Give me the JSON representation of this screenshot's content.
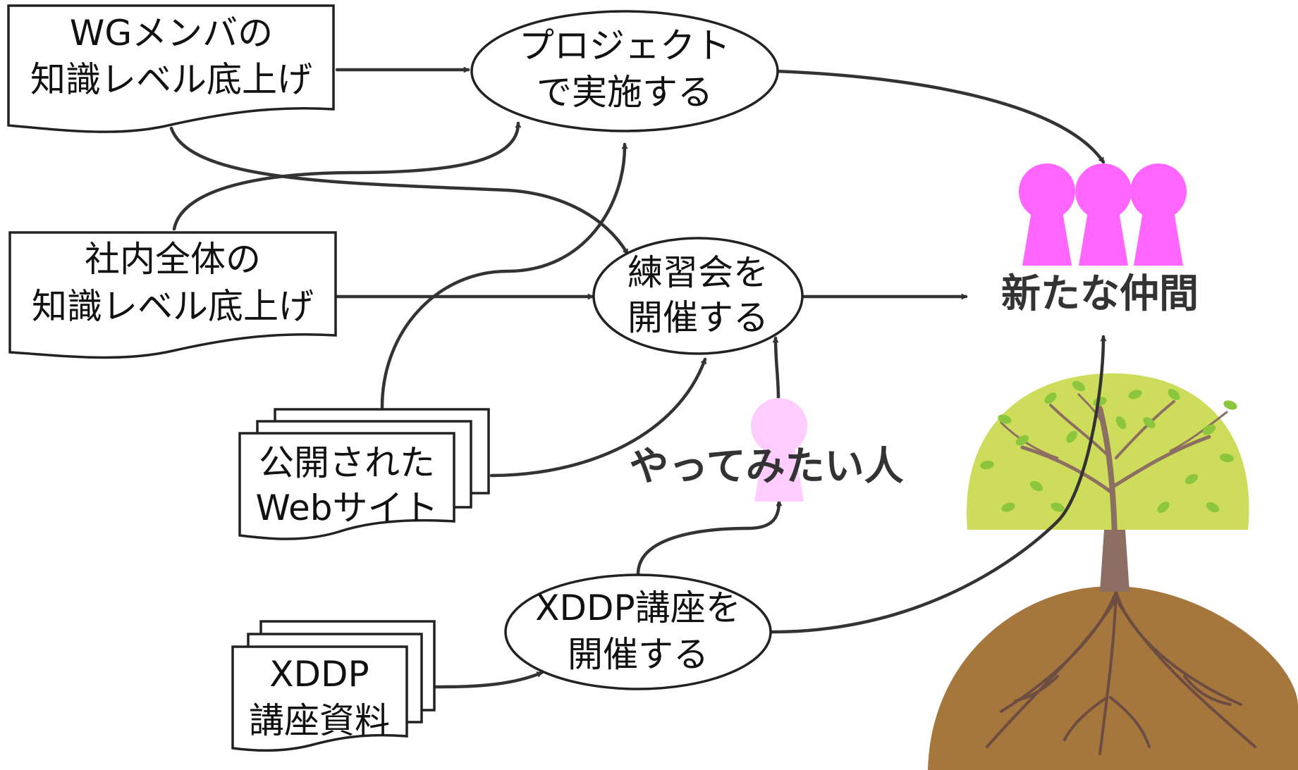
{
  "nodes": {
    "wg_members": {
      "line1": "WGメンバの",
      "line2": "知識レベル底上げ"
    },
    "company_wide": {
      "line1": "社内全体の",
      "line2": "知識レベル底上げ"
    },
    "public_web": {
      "line1": "公開された",
      "line2": "Webサイト"
    },
    "xddp_material": {
      "line1": "XDDP",
      "line2": "講座資料"
    },
    "project": {
      "line1": "プロジェクト",
      "line2": "で実施する"
    },
    "practice": {
      "line1": "練習会を",
      "line2": "開催する"
    },
    "xddp_course": {
      "line1": "XDDP講座を",
      "line2": "開催する"
    },
    "volunteer": {
      "label": "やってみたい人"
    },
    "new_members": {
      "label": "新たな仲間"
    }
  },
  "colors": {
    "edge": "#333333",
    "members": "#ff66ff",
    "volunteer": "#ffccff",
    "tree_crown": "#cddc5a",
    "leaf": "#8cc63f",
    "trunk": "#8d6e63",
    "ground": "#a5773d",
    "roots": "#6d4c41"
  }
}
